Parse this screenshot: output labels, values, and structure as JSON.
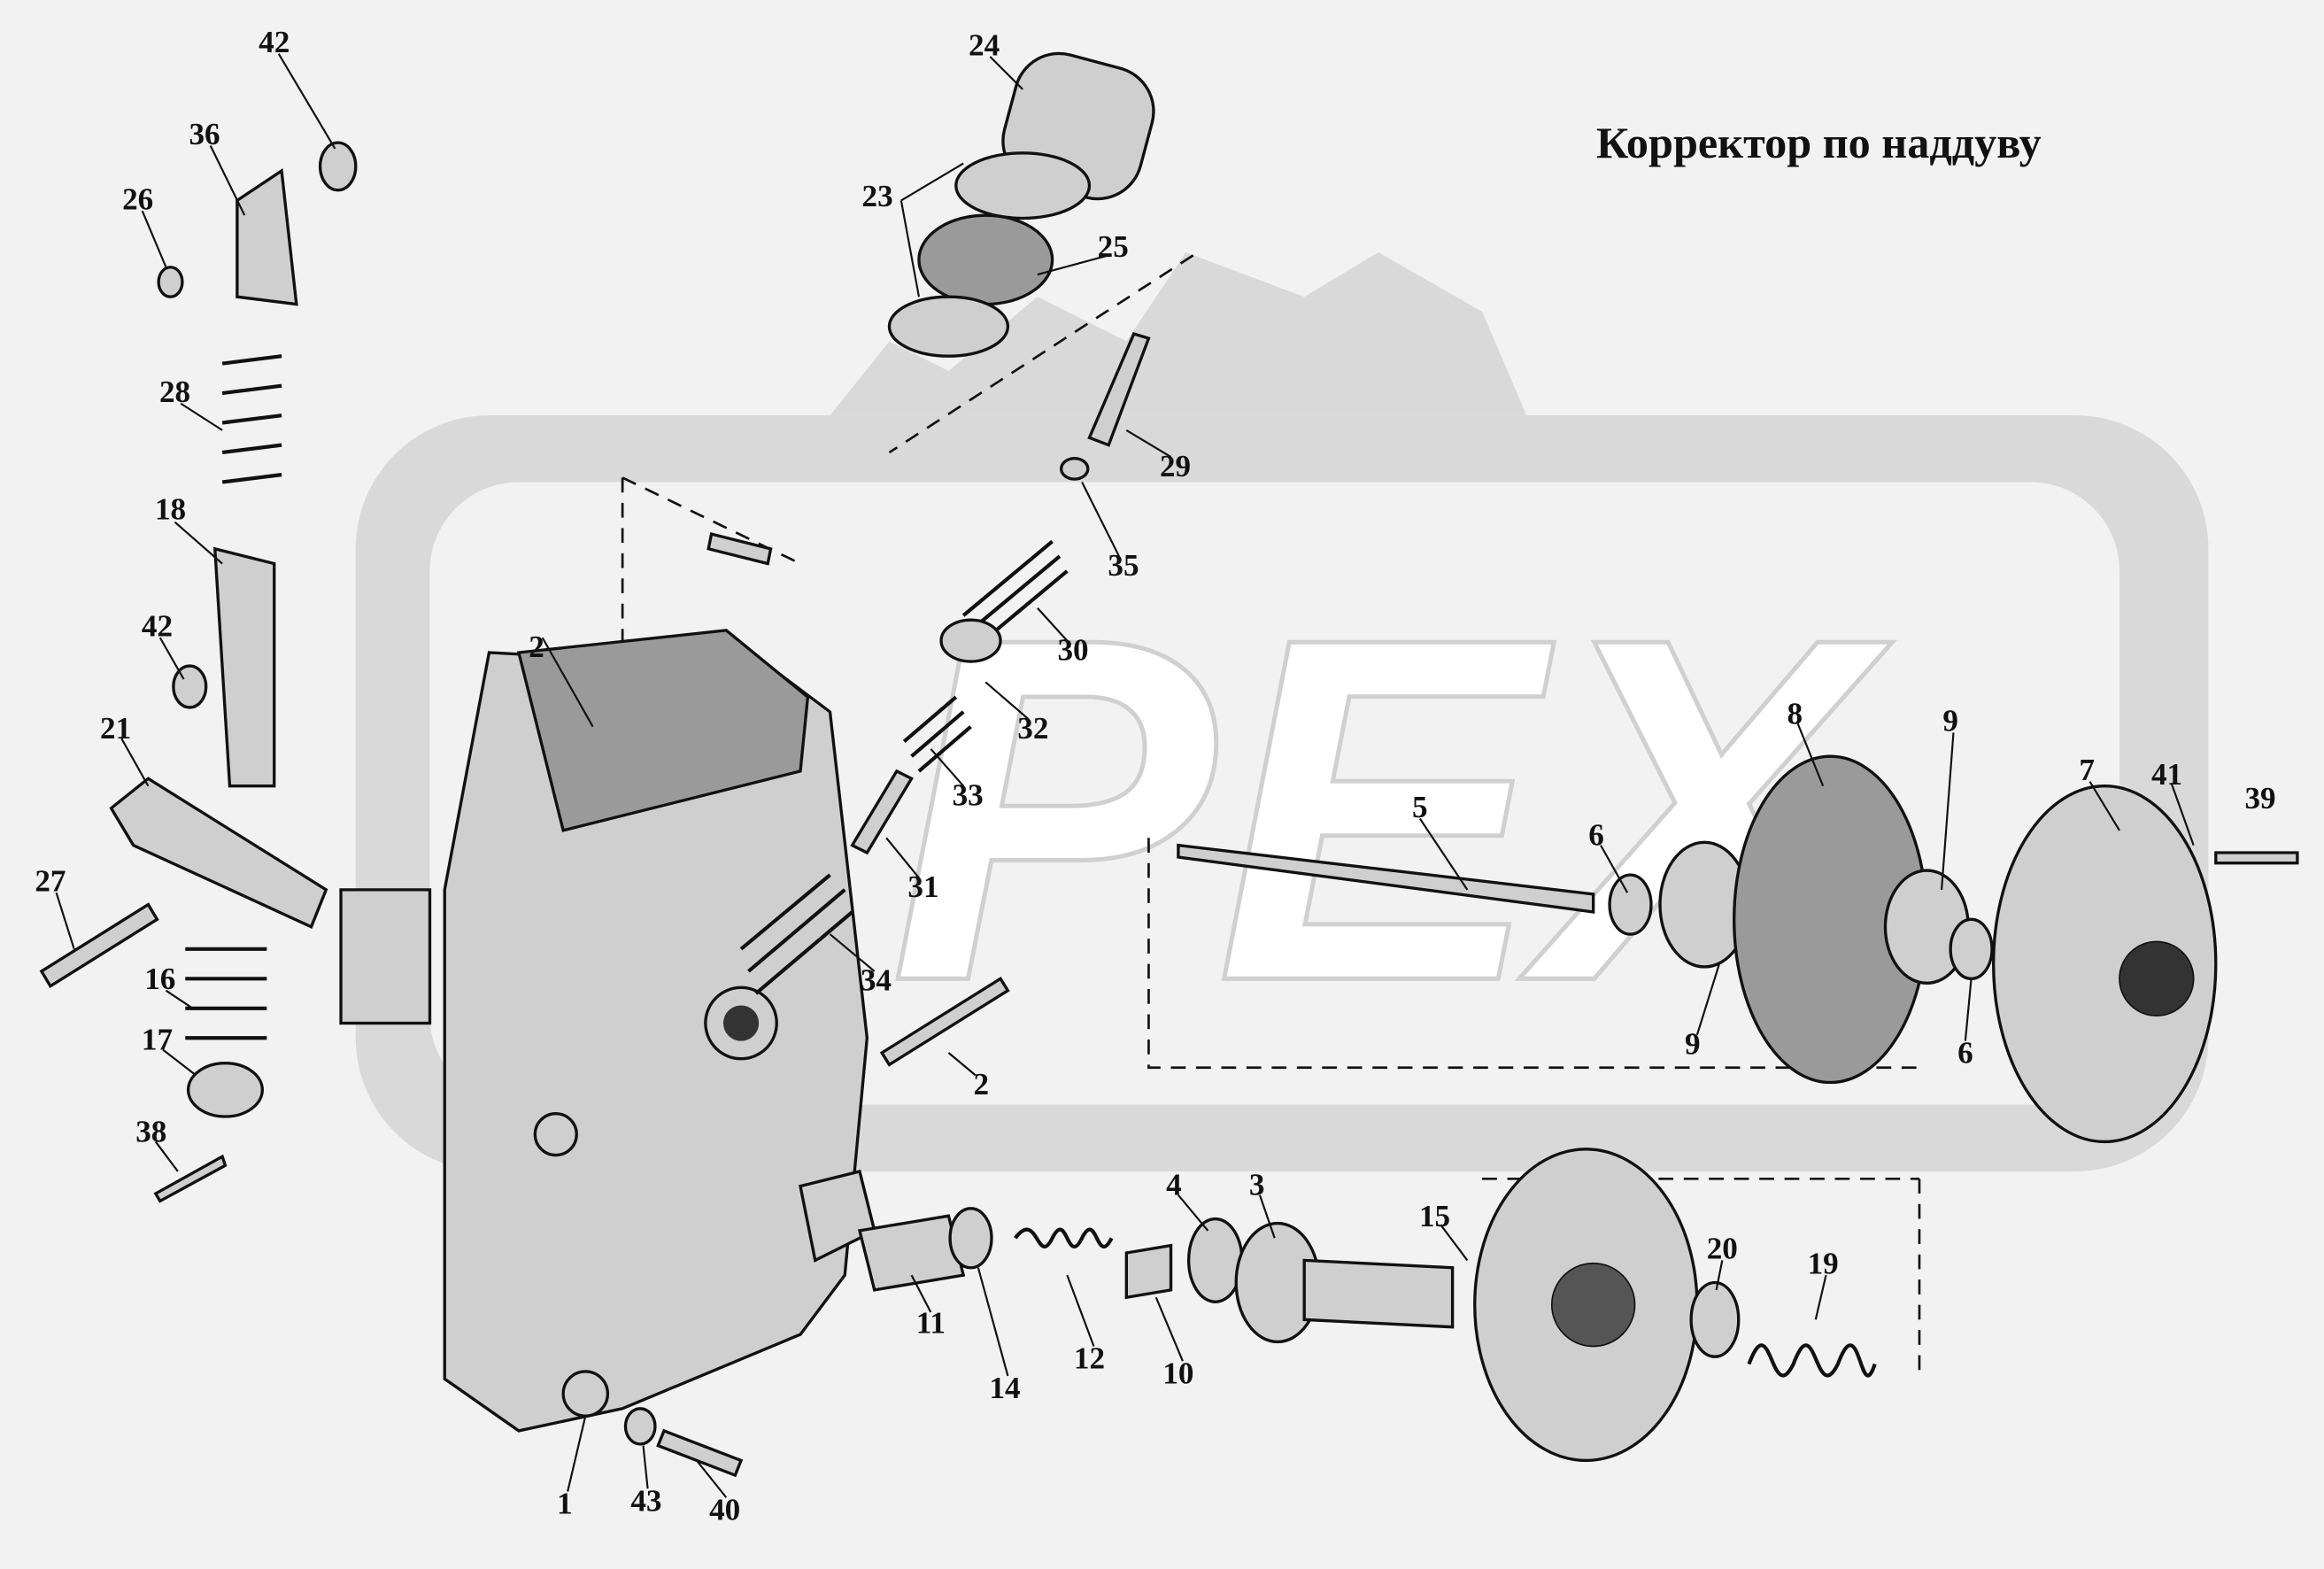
{
  "title": "Корректор по наддуву",
  "watermark": "PEX",
  "colors": {
    "background": "#f2f2f2",
    "watermark": "#d9d9d9",
    "ink": "#111111"
  },
  "callouts": [
    "42",
    "36",
    "26",
    "28",
    "18",
    "42",
    "21",
    "27",
    "16",
    "17",
    "38",
    "24",
    "23",
    "25",
    "29",
    "35",
    "30",
    "32",
    "33",
    "31",
    "34",
    "2",
    "2",
    "5",
    "6",
    "8",
    "9",
    "9",
    "6",
    "7",
    "41",
    "39",
    "15",
    "20",
    "19",
    "4",
    "3",
    "11",
    "14",
    "12",
    "10",
    "1",
    "43",
    "40"
  ]
}
